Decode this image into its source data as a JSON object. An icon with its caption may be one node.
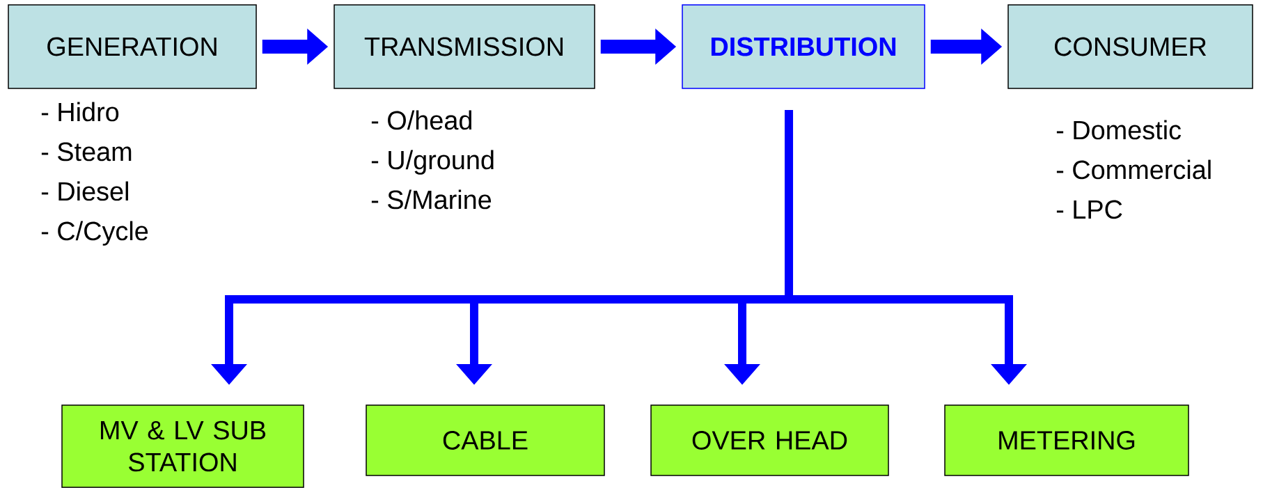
{
  "diagram": {
    "nodes": [
      {
        "text": [
          "GENERATION"
        ],
        "beside": [
          "- Hidro",
          "- Steam",
          "- Diesel",
          "- C/Cycle"
        ]
      },
      {
        "text": [
          "TRANSMISSION"
        ],
        "beside": [
          "- O/head",
          "- U/ground",
          "- S/Marine"
        ]
      },
      {
        "text": [
          "DISTRIBUTION"
        ]
      },
      {
        "text": [
          "CONSUMER"
        ],
        "beside": [
          "- Domestic",
          "- Commercial",
          "- LPC"
        ]
      },
      {
        "text": [
          "MV & LV SUB STATION"
        ]
      },
      {
        "text": [
          "CABLE"
        ]
      },
      {
        "text": [
          "OVER HEAD"
        ]
      },
      {
        "text": [
          "METERING"
        ]
      }
    ],
    "edges": [
      {
        "from": 0,
        "to": 1,
        "arrow": "to"
      },
      {
        "from": 1,
        "to": 2,
        "arrow": "to"
      },
      {
        "from": 2,
        "to": 3,
        "arrow": "to"
      },
      {
        "from": 2,
        "to": 4,
        "arrow": "to"
      },
      {
        "from": 2,
        "to": 5,
        "arrow": "to"
      },
      {
        "from": 2,
        "to": 6,
        "arrow": "to"
      },
      {
        "from": 2,
        "to": 7,
        "arrow": "to"
      }
    ]
  }
}
